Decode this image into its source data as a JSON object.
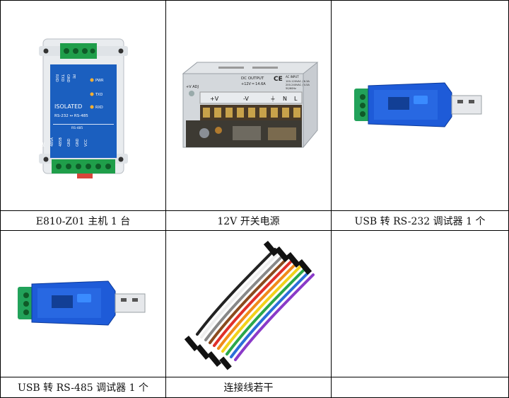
{
  "cells": [
    {
      "caption": "E810-Z01 主机 1 台",
      "product": {
        "isolated": "ISOLATED",
        "protocol": "RS-232 ↔ RS-485",
        "leds": [
          "PWR",
          "TXD",
          "RXD"
        ],
        "top_pins": [
          "RXD",
          "TXD",
          "GND",
          "PE"
        ],
        "bottom_header": "RS-485",
        "bottom_pins": [
          "PE",
          "485A",
          "485B",
          "GND",
          "GND",
          "VCC"
        ],
        "bottom_label": "RS-485"
      }
    },
    {
      "caption": "12V 开关电源",
      "product": {
        "adj": "+V ADJ",
        "output_title": "DC OUTPUT",
        "output_spec": "+12V ═ 14.6A",
        "input_title": "AC INPUT",
        "input_line1": "100-120VAC / 6.3A",
        "input_line2": "200-240VAC / 4.5A",
        "input_line3": "50/60Hz",
        "terminals": [
          "+V",
          "-V",
          "⏚",
          "N",
          "L"
        ]
      }
    },
    {
      "caption": "USB 转 RS-232 调试器 1 个"
    },
    {
      "caption": "USB 转 RS-485 调试器 1 个"
    },
    {
      "caption": "连接线若干"
    },
    {
      "caption": ""
    }
  ],
  "colors": {
    "border": "#000000",
    "module_body": "#e9ecef",
    "module_panel": "#1b5fbf",
    "terminal_green": "#1f9e4a",
    "usb_blue": "#1e5bd8",
    "psu_body": "#c8ccd1"
  }
}
